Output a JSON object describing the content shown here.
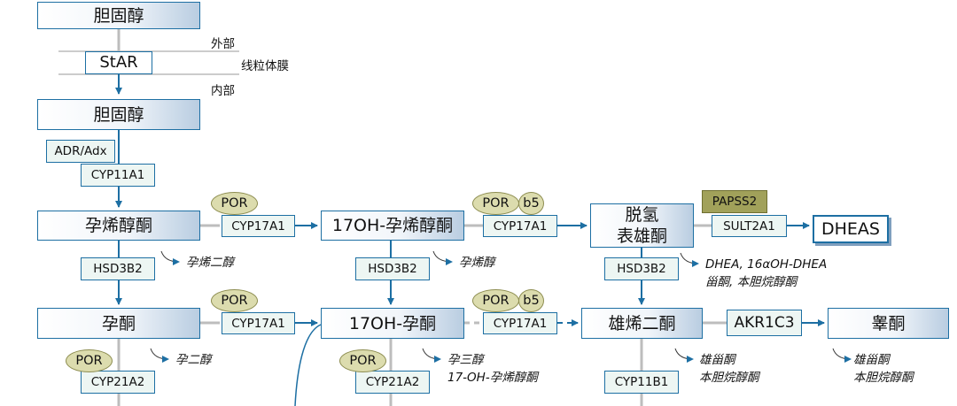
{
  "colors": {
    "arrow": "#1d6fa3",
    "line": "#bdbdbd",
    "enzyme_bg": "#edf6f3",
    "cofactor_bg": "#dcdcae",
    "papss2_bg": "#a1a15a"
  },
  "molecules": {
    "cholesterol_top": "胆固醇",
    "cholesterol": "胆固醇",
    "pregnenolone": "孕烯醇酮",
    "oh_pregnenolone": "17OH-孕烯醇酮",
    "dhea": "脱氢\n表雄酮",
    "dheas": "DHEAS",
    "progesterone": "孕酮",
    "oh_progesterone": "17OH-孕酮",
    "androstenedione": "雄烯二酮",
    "testosterone": "睾酮"
  },
  "membrane": {
    "outer": "外部",
    "mito": "线粒体膜",
    "inner": "内部",
    "star": "StAR"
  },
  "enzymes": {
    "adr": "ADR/Adx",
    "cyp11a1": "CYP11A1",
    "cyp17a1_1": "CYP17A1",
    "cyp17a1_2": "CYP17A1",
    "cyp17a1_3": "CYP17A1",
    "cyp17a1_4": "CYP17A1",
    "papss2": "PAPSS2",
    "sult2a1": "SULT2A1",
    "hsd3b2_1": "HSD3B2",
    "hsd3b2_2": "HSD3B2",
    "hsd3b2_3": "HSD3B2",
    "akr1c3": "AKR1C3",
    "cyp21a2_1": "CYP21A2",
    "cyp21a2_2": "CYP21A2",
    "cyp11b1": "CYP11B1"
  },
  "cofactors": {
    "por": "POR",
    "b5": "b5"
  },
  "notes": {
    "pregnenediol": "孕烯二醇",
    "pregnenetriol": "孕烯醇",
    "dhea_metab": "DHEA, 16αOH-DHEA\n甾酮, 本胆烷醇酮",
    "pregnanediol": "孕二醇",
    "pregnanetriol": "孕三醇\n17-OH-孕烯醇酮",
    "andro_metab": "雄甾酮\n本胆烷醇酮",
    "testo_metab": "雄甾酮\n本胆烷醇酮"
  }
}
